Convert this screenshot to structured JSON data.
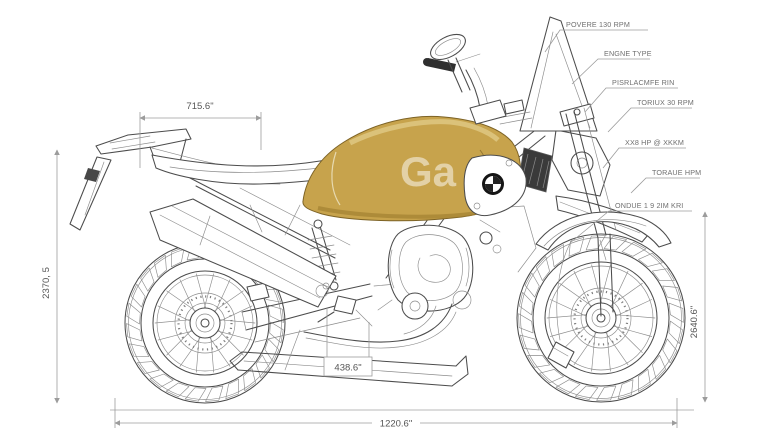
{
  "diagram": {
    "type": "technical-blueprint",
    "subject": "adventure-motorcycle-side-view",
    "logo": "BMW-roundel",
    "watermark": "Ga",
    "colors": {
      "tank": "#c7a34c",
      "tank_dark": "#a28032",
      "tank_light": "#e2cc8a",
      "line": "#4c4c4c",
      "dim_line": "#9c9c9c",
      "label_text": "#6f6f6f",
      "background": "#ffffff"
    },
    "dimensions": {
      "top_length": "715.6\"",
      "mid_width": "438.6\"",
      "overall_length": "1220.6\"",
      "left_height": "2370, 5",
      "right_height": "2640.6\""
    },
    "callouts": [
      {
        "label": "POVERE 130 RPM"
      },
      {
        "label": "ENGNE TYPE"
      },
      {
        "label": "PISRLACMFE RIN"
      },
      {
        "label": "TORIUX 30 RPM"
      },
      {
        "label": "XX8 HP @ XKKM"
      },
      {
        "label": "TORAUE HPM"
      },
      {
        "label": "ONDUE 1 9 2IM KRI"
      }
    ]
  }
}
